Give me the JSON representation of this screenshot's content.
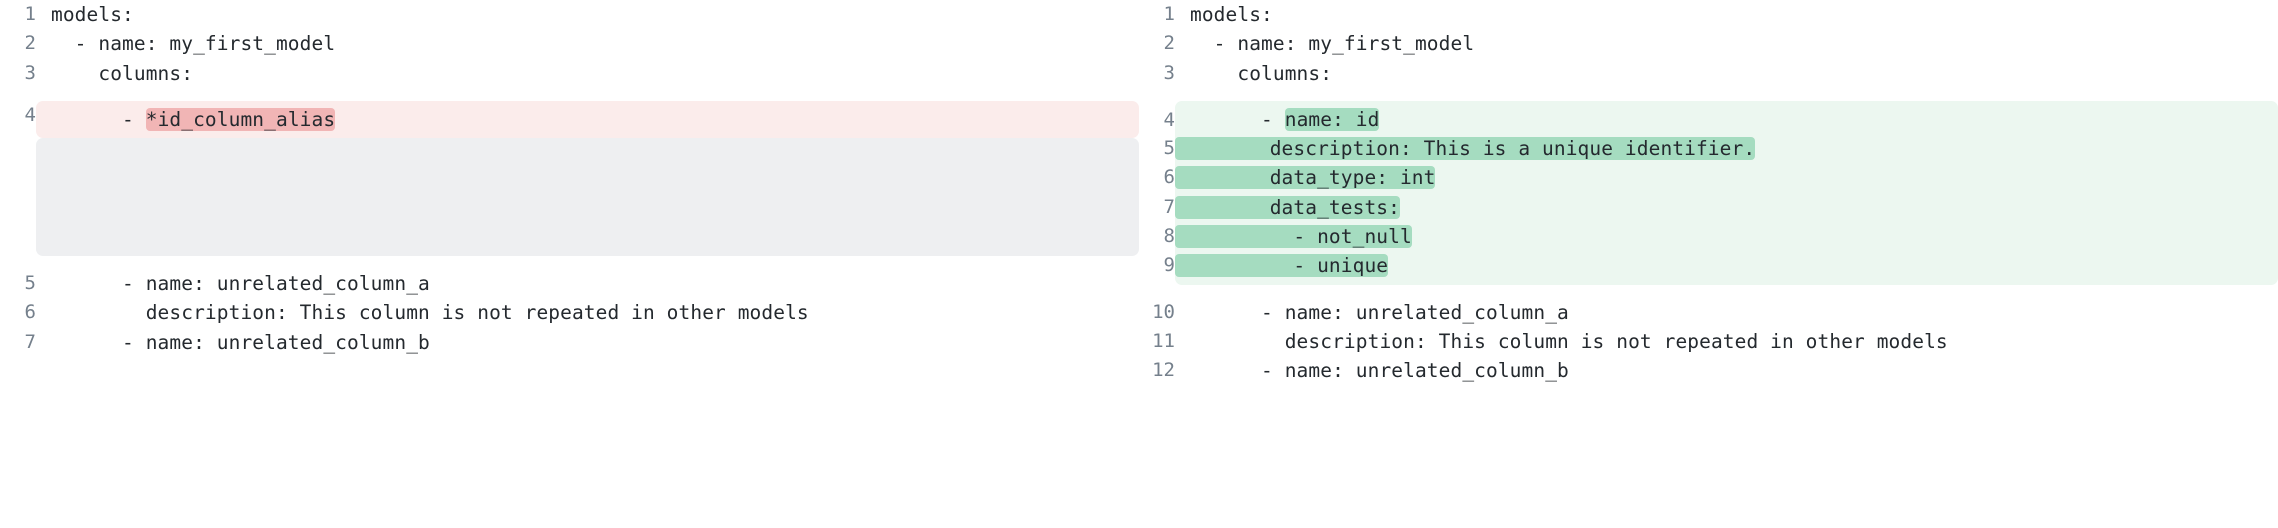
{
  "view": {
    "kind": "side-by-side-diff",
    "language": "yaml"
  },
  "colors": {
    "page_background": "#ffffff",
    "text": "#24292e",
    "line_number": "#75808c",
    "deleted_row_background": "#fbeceb",
    "deleted_inline_highlight": "#f1b5b5",
    "added_row_background": "#ecf7f0",
    "added_inline_highlight": "#a5dcc0",
    "filler_background": "#eeeff1"
  },
  "left_pane": {
    "name": "before",
    "lines": [
      {
        "number": "1",
        "text": "models:",
        "state": "context"
      },
      {
        "number": "2",
        "text": "  - name: my_first_model",
        "state": "context"
      },
      {
        "number": "3",
        "text": "    columns:",
        "state": "context"
      },
      {
        "number": "4",
        "prefix": "      - ",
        "highlight": "*id_column_alias",
        "suffix": "",
        "state": "deleted"
      },
      {
        "number": "5",
        "text": "      - name: unrelated_column_a",
        "state": "context"
      },
      {
        "number": "6",
        "text": "        description: This column is not repeated in other models",
        "state": "context"
      },
      {
        "number": "7",
        "text": "      - name: unrelated_column_b",
        "state": "context"
      }
    ],
    "filler_rows": 5
  },
  "right_pane": {
    "name": "after",
    "lines": [
      {
        "number": "1",
        "text": "models:",
        "state": "context"
      },
      {
        "number": "2",
        "text": "  - name: my_first_model",
        "state": "context"
      },
      {
        "number": "3",
        "text": "    columns:",
        "state": "context"
      },
      {
        "number": "4",
        "prefix": "      - ",
        "highlight": "name: id",
        "suffix": "",
        "state": "added"
      },
      {
        "number": "5",
        "prefix": "",
        "highlight": "        description: This is a unique identifier.",
        "suffix": "",
        "state": "added"
      },
      {
        "number": "6",
        "prefix": "",
        "highlight": "        data_type: int",
        "suffix": "",
        "state": "added"
      },
      {
        "number": "7",
        "prefix": "",
        "highlight": "        data_tests:",
        "suffix": "",
        "state": "added"
      },
      {
        "number": "8",
        "prefix": "",
        "highlight": "          - not_null",
        "suffix": "",
        "state": "added"
      },
      {
        "number": "9",
        "prefix": "",
        "highlight": "          - unique",
        "suffix": "",
        "state": "added"
      },
      {
        "number": "10",
        "text": "      - name: unrelated_column_a",
        "state": "context"
      },
      {
        "number": "11",
        "text": "        description: This column is not repeated in other models",
        "state": "context"
      },
      {
        "number": "12",
        "text": "      - name: unrelated_column_b",
        "state": "context"
      }
    ]
  }
}
